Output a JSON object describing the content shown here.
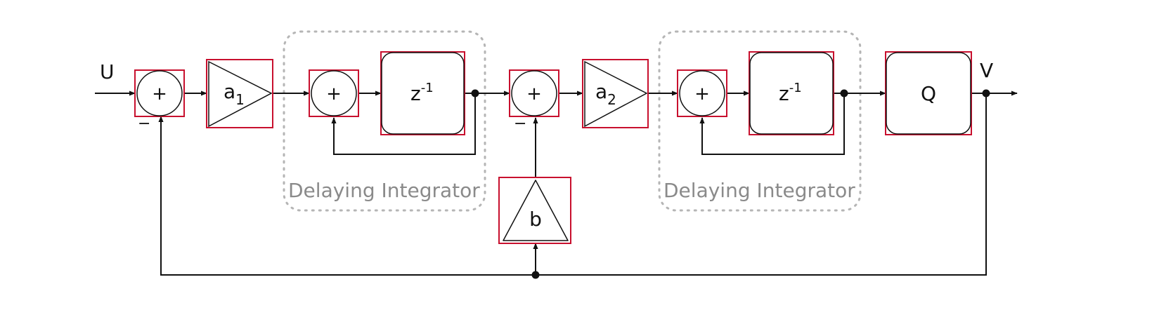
{
  "input_label": "U",
  "output_label": "V",
  "sum_symbol": "+",
  "minus_symbol": "−",
  "gain1": {
    "base": "a",
    "sub": "1"
  },
  "gain2": {
    "base": "a",
    "sub": "2"
  },
  "delay": {
    "base": "z",
    "sup": "-1"
  },
  "feedback_gain": "b",
  "quantizer": "Q",
  "group_label": "Delaying Integrator"
}
